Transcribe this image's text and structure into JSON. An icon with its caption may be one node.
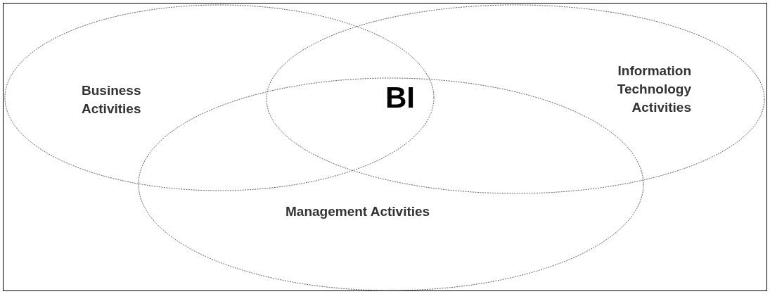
{
  "diagram": {
    "nodes": [
      {
        "text": [
          "Business Activities"
        ]
      },
      {
        "text": [
          "Information Technology Activities"
        ]
      },
      {
        "text": [
          "Management Activities"
        ]
      }
    ],
    "labels": [
      "BI"
    ]
  }
}
